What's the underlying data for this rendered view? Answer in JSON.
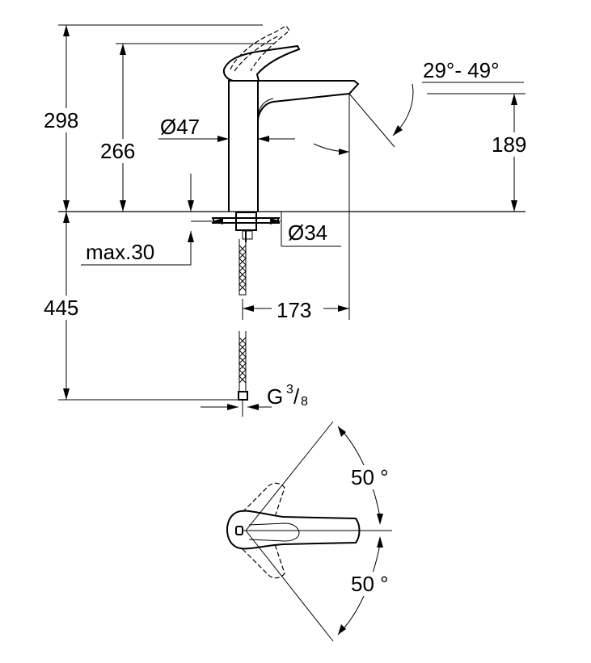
{
  "dimensions": {
    "total_height": "298",
    "spout_height": "266",
    "body_diameter": "Ø47",
    "spout_clearance": "189",
    "spout_angle": "29°- 49°",
    "hole_diameter": "Ø34",
    "max_deck_thickness": "max.30",
    "spout_reach": "173",
    "hose_length": "445",
    "thread": "G",
    "thread_numerator": "3",
    "thread_denominator": "8",
    "lever_angle_top": "50 °",
    "lever_angle_bottom": "50 °"
  }
}
